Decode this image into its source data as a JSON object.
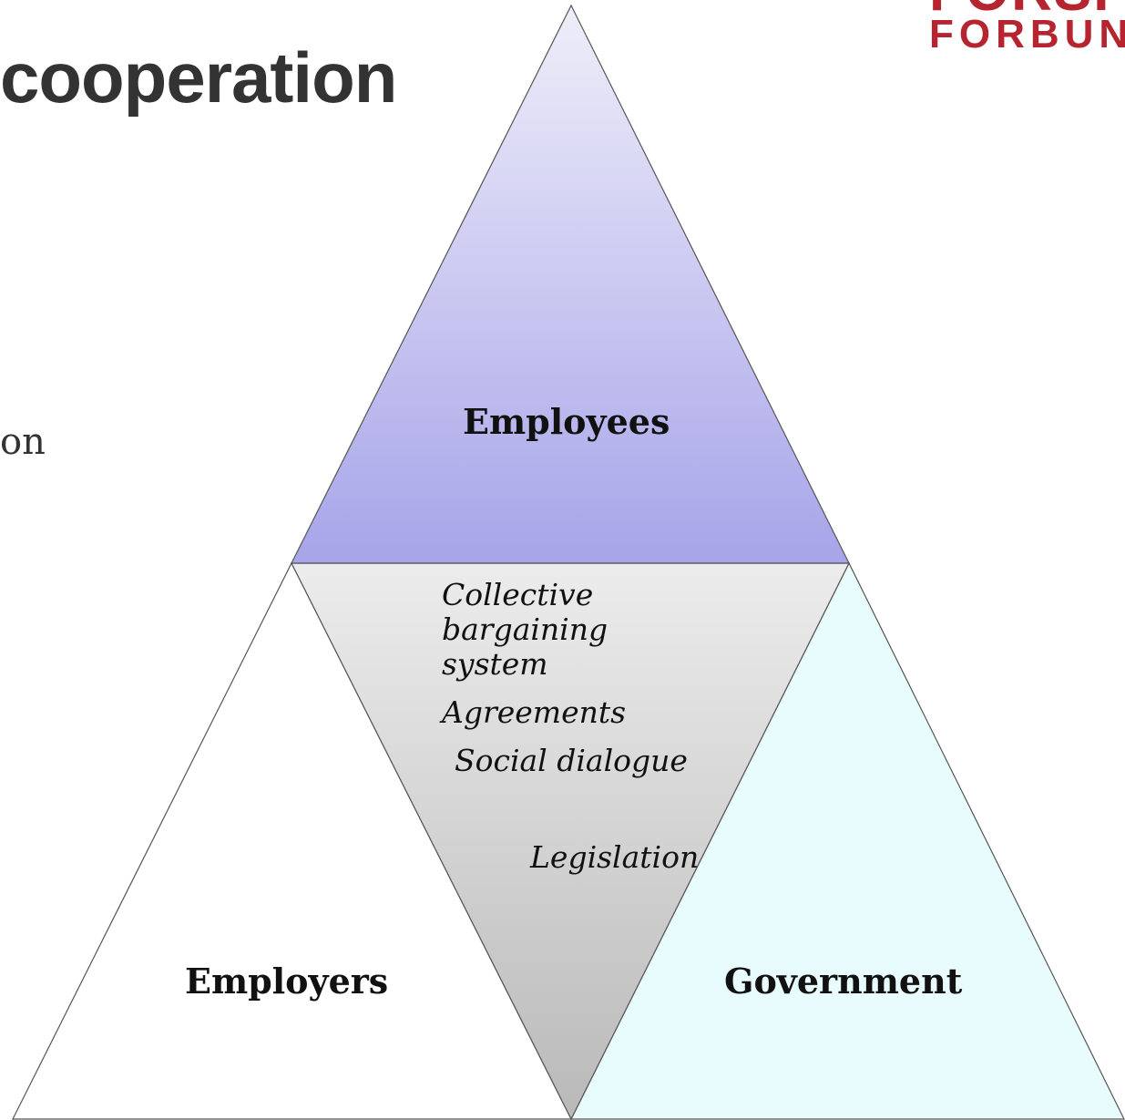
{
  "title": "cooperation",
  "left_partial_text": "on",
  "logo": {
    "top": "FORSI",
    "bottom": "FORBUN"
  },
  "nodes": {
    "employees": "Employees",
    "employers": "Employers",
    "government": "Government"
  },
  "mechanisms": {
    "collective_line1": "Collective",
    "collective_line2": "bargaining",
    "collective_line3": "system",
    "agreements": "Agreements",
    "social_dialogue": "Social dialogue",
    "legislation": "Legislation"
  },
  "colors": {
    "employees_fill_top": "#eeeef9",
    "employees_fill_bottom": "#a7a4e9",
    "employers_fill": "#ffffff",
    "government_fill": "#e8fcfd",
    "center_fill_top": "#ececec",
    "center_fill_bottom": "#b9b9b9",
    "outline": "#555555",
    "logo": "#b5242f"
  }
}
